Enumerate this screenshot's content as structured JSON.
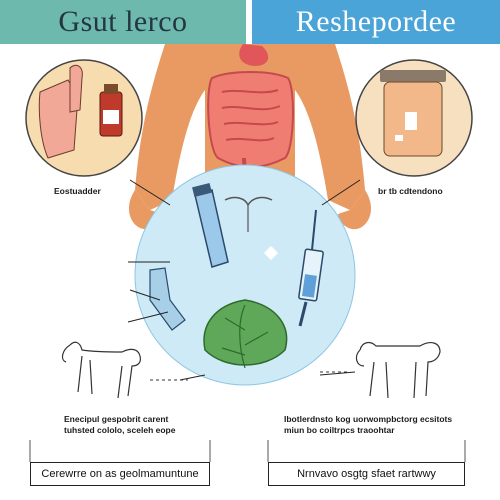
{
  "header": {
    "left_title": "Gsut lerco",
    "right_title": "Reshepordee"
  },
  "labels": {
    "left_upper": "Eostuadder",
    "right_upper": "br tb cdtendono",
    "left_lower_line1": "Enecipul gespobrit carent",
    "left_lower_line2": "tuhsted cololo, sceleh eope",
    "right_lower_line1": "Ibotlerdnsto kog uorwompbctorg ecsitots",
    "right_lower_line2": "miun bo coiltrpcs traoohtar"
  },
  "boxes": {
    "left": "Cerewrre on as geolmamuntune",
    "right": "Nrnvavo osgtg sfaet rartwwy"
  },
  "colors": {
    "left_header": "#6db9ad",
    "right_header": "#4aa4d8",
    "circle_fill": "#cfeaf7",
    "skin": "#e89a62",
    "leaf": "#5fa85a"
  },
  "icons": [
    "hands-bottle-icon",
    "jar-icon",
    "vial-icon",
    "syringe-icon",
    "leaf-icon",
    "dog-icon",
    "cow-icon",
    "intestine-icon"
  ]
}
